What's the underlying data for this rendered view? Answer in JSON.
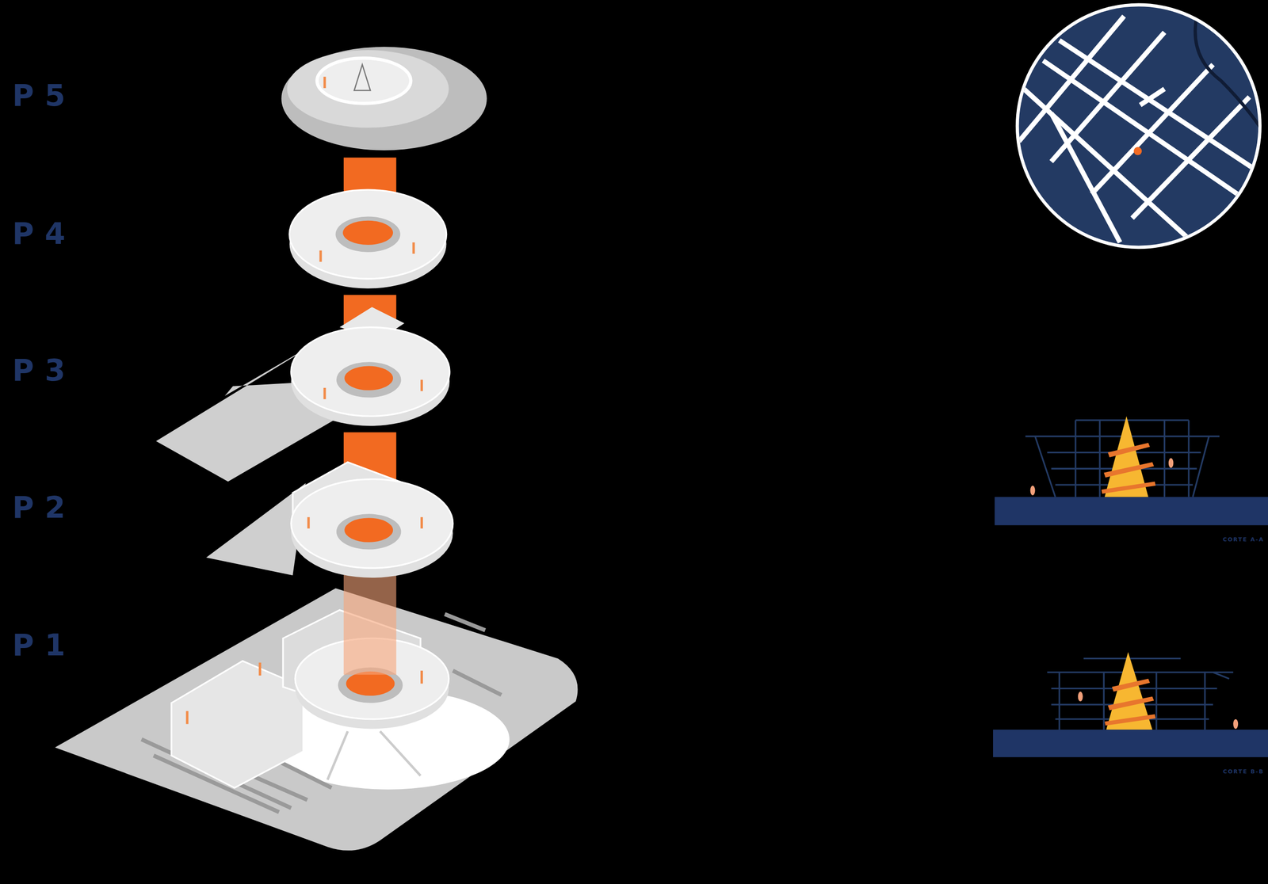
{
  "diagram": {
    "labels": [
      "P5",
      "P4",
      "P3",
      "P2",
      "P1",
      "CORTE A-A",
      "CORTE B-B"
    ]
  }
}
